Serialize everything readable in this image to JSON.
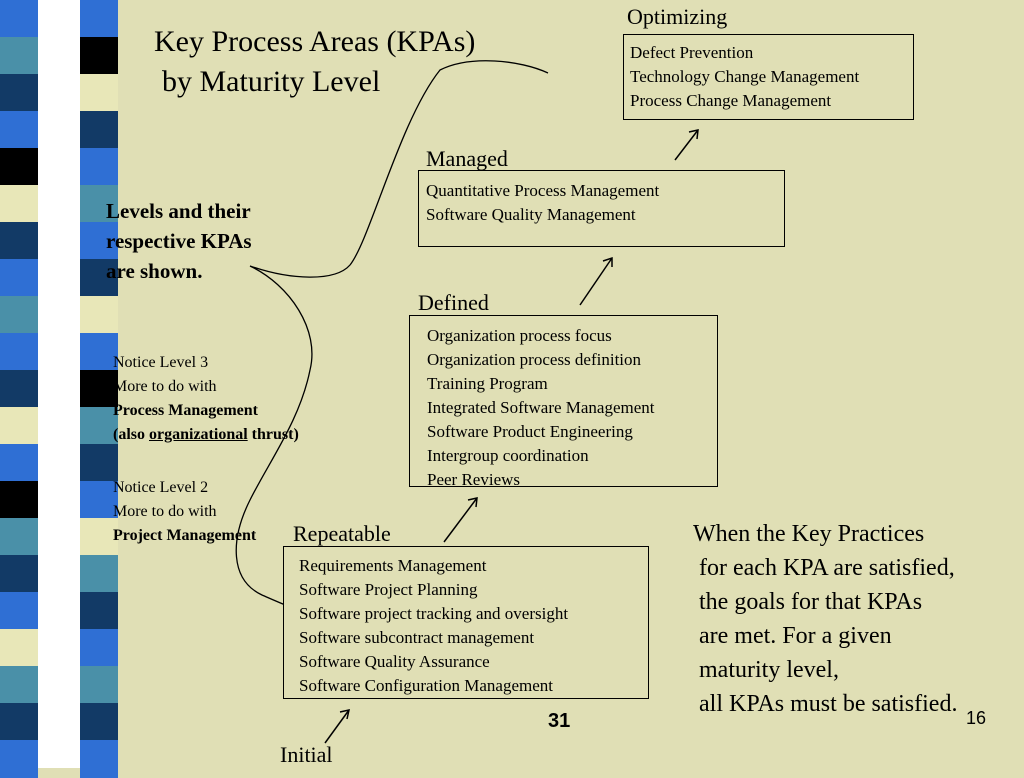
{
  "title": {
    "line1": "Key Process Areas (KPAs)",
    "line2": "by Maturity Level"
  },
  "side_intro": [
    "Levels and their",
    "respective KPAs",
    "are shown."
  ],
  "note3": {
    "line1": "Notice Level 3",
    "line2": "More to do with",
    "line3": "Process Management",
    "line4_pre": "(also ",
    "line4_u": "organizational",
    "line4_post": " thrust)"
  },
  "note2": {
    "line1": "Notice Level 2",
    "line2": "More to do with",
    "line3": "Project Management"
  },
  "levels": {
    "optimizing": {
      "name": "Optimizing",
      "kpas": [
        "Defect Prevention",
        "Technology Change Management",
        "Process Change Management"
      ]
    },
    "managed": {
      "name": "Managed",
      "kpas": [
        "Quantitative Process Management",
        "Software Quality Management"
      ]
    },
    "defined": {
      "name": "Defined",
      "kpas": [
        "Organization process focus",
        "Organization process definition",
        "Training Program",
        "Integrated Software Management",
        "Software Product Engineering",
        "Intergroup coordination",
        "Peer Reviews"
      ]
    },
    "repeatable": {
      "name": "Repeatable",
      "kpas": [
        "Requirements Management",
        "Software Project Planning",
        "Software project tracking and oversight",
        "Software subcontract management",
        "Software Quality Assurance",
        "Software Configuration Management"
      ]
    },
    "initial": {
      "name": "Initial"
    }
  },
  "right_text": [
    "When the Key Practices",
    "for each KPA are satisfied,",
    "the goals for that KPAs",
    "are met.  For a given",
    "maturity level,",
    "all KPAs must be satisfied."
  ],
  "page_number": "31",
  "slide_number": "16",
  "colors": {
    "background": "#e0dfb5",
    "stripe_navy": "#123a66",
    "stripe_blue": "#2f6fd4",
    "stripe_teal": "#4a90a8",
    "stripe_cream": "#e8e7b8",
    "stripe_black": "#000000"
  }
}
